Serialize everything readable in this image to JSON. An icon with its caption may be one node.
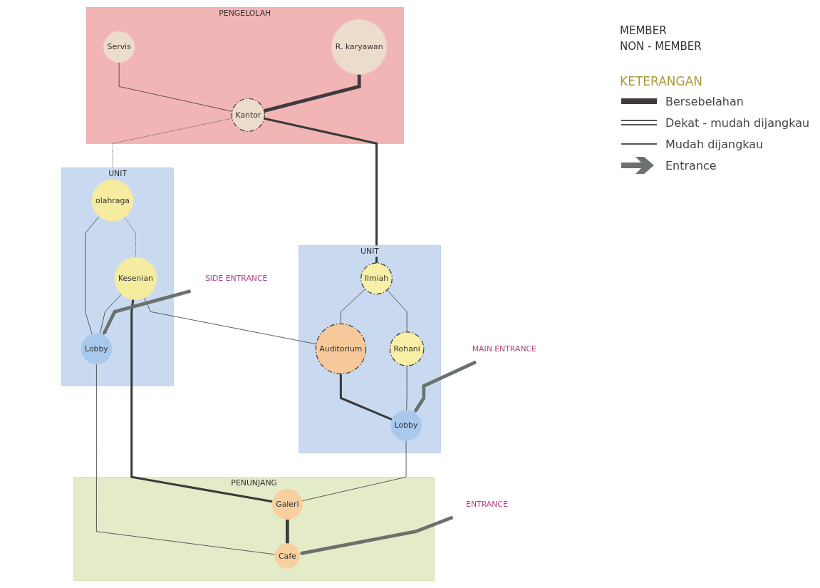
{
  "diagram": {
    "nodes": [
      {
        "text": [
          "PENGELOLAH"
        ]
      },
      {
        "text": [
          "Servis"
        ],
        "in": 0
      },
      {
        "text": [
          "R. karyawan"
        ],
        "in": 0
      },
      {
        "text": [
          "Kantor"
        ],
        "in": 0
      },
      {
        "text": [
          "UNIT"
        ]
      },
      {
        "text": [
          "olahraga"
        ],
        "in": 4
      },
      {
        "text": [
          "Kesenian"
        ],
        "in": 4
      },
      {
        "text": [
          "Lobby"
        ],
        "in": 4
      },
      {
        "text": [
          "UNIT"
        ]
      },
      {
        "text": [
          "Ilmiah"
        ],
        "in": 8
      },
      {
        "text": [
          "Auditorium"
        ],
        "in": 8
      },
      {
        "text": [
          "Rohani"
        ],
        "in": 8
      },
      {
        "text": [
          "Lobby"
        ],
        "in": 8
      },
      {
        "text": [
          "PENUNJANG"
        ]
      },
      {
        "text": [
          "Galeri"
        ],
        "in": 13
      },
      {
        "text": [
          "Cafe"
        ],
        "in": 13
      },
      {
        "text": [
          "MAIN ENTRANCE"
        ]
      },
      {
        "text": [
          "ENTRANCE"
        ]
      },
      {
        "text": [
          "SIDE ENTRANCE"
        ]
      }
    ],
    "edges": [
      {
        "from": 1,
        "to": 3,
        "arrow": "none"
      },
      {
        "from": 2,
        "to": 3,
        "arrow": "none",
        "style": "thick",
        "color": "#3f3a3d"
      },
      {
        "from": 3,
        "to": 5,
        "arrow": "none",
        "style": "dashed"
      },
      {
        "from": 3,
        "to": 9,
        "arrow": "none",
        "style": "thick"
      },
      {
        "from": 5,
        "to": 6,
        "arrow": "none",
        "style": "dashed"
      },
      {
        "from": 5,
        "to": 7,
        "arrow": "none"
      },
      {
        "from": 6,
        "to": 7,
        "arrow": "none"
      },
      {
        "from": 6,
        "to": 10,
        "arrow": "none"
      },
      {
        "from": 6,
        "to": 14,
        "arrow": "none",
        "style": "thick"
      },
      {
        "from": 7,
        "to": 15,
        "arrow": "none"
      },
      {
        "from": 9,
        "to": 10,
        "arrow": "none"
      },
      {
        "from": 9,
        "to": 11,
        "arrow": "none"
      },
      {
        "from": 10,
        "to": 12,
        "arrow": "none",
        "style": "thick"
      },
      {
        "from": 11,
        "to": 12,
        "arrow": "none"
      },
      {
        "from": 12,
        "to": 14,
        "arrow": "none"
      },
      {
        "from": 14,
        "to": 15,
        "arrow": "none",
        "style": "thick",
        "color": "#3f3a3d"
      },
      {
        "from": 16,
        "to": 12,
        "arrow": "to",
        "style": "thick",
        "color": "#6b716e"
      },
      {
        "from": 17,
        "to": 15,
        "arrow": "to",
        "style": "thick",
        "color": "#6b716e"
      },
      {
        "from": 18,
        "to": 7,
        "arrow": "to",
        "style": "thick",
        "color": "#6b716e"
      }
    ],
    "labels": [
      "MEMBER",
      "NON - MEMBER",
      "KETERANGAN"
    ],
    "legend": [
      {
        "text": "Bersebelahan"
      },
      {
        "text": "Dekat - mudah dijangkau"
      },
      {
        "text": "Mudah dijangkau"
      },
      {
        "text": "Entrance"
      }
    ]
  }
}
